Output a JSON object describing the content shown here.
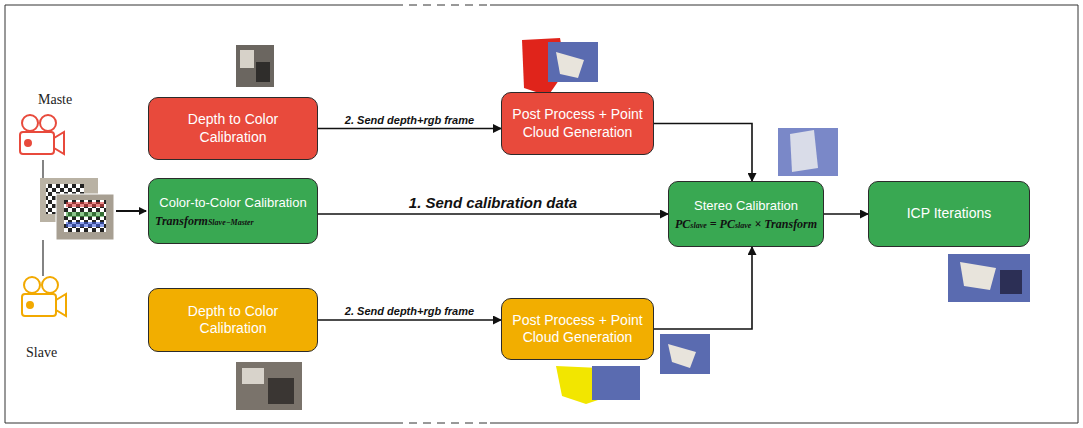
{
  "diagram": {
    "nodes": [
      {
        "text": [
          "Depth to Color Calibration"
        ]
      },
      {
        "text": [
          "Post Process + Point Cloud Generation"
        ]
      },
      {
        "text": [
          "Color-to-Color Calibration",
          "Transform",
          "Slave−Master"
        ]
      },
      {
        "text": [
          "Stereo Calibration",
          "PC",
          "slave",
          "= PC",
          "slave",
          "× Transform"
        ]
      },
      {
        "text": [
          "ICP Iterations"
        ]
      },
      {
        "text": [
          "Depth to Color Calibration"
        ]
      },
      {
        "text": [
          "Post Process + Point Cloud Generation"
        ]
      }
    ],
    "edges": [
      {
        "from": 0,
        "to": 1,
        "label": "2. Send depth+rgb frame",
        "arrow": "to"
      },
      {
        "from": 2,
        "to": 3,
        "label": "1. Send calibration data",
        "arrow": "to"
      },
      {
        "from": 1,
        "to": 3,
        "arrow": "to"
      },
      {
        "from": 6,
        "to": 3,
        "arrow": "to"
      },
      {
        "from": 3,
        "to": 4,
        "arrow": "to"
      },
      {
        "from": 5,
        "to": 6,
        "label": "2. Send depth+rgb frame",
        "arrow": "to"
      }
    ],
    "labels": [
      "Maste",
      "Slave"
    ]
  }
}
